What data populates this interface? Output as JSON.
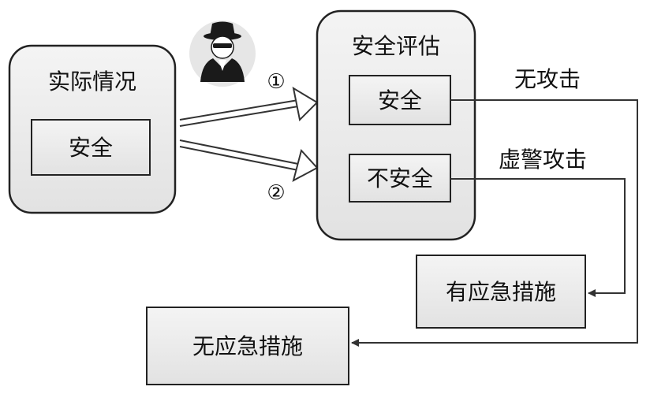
{
  "actual_situation": {
    "title": "实际情况",
    "state": "安全"
  },
  "security_assessment": {
    "title": "安全评估",
    "safe": "安全",
    "unsafe": "不安全"
  },
  "attacker": {
    "icon": "spy-icon"
  },
  "arrows": {
    "first": "①",
    "second": "②"
  },
  "outcome_labels": {
    "no_attack": "无攻击",
    "false_alarm": "虚警攻击"
  },
  "measures": {
    "has_emergency": "有应急措施",
    "no_emergency": "无应急措施"
  }
}
